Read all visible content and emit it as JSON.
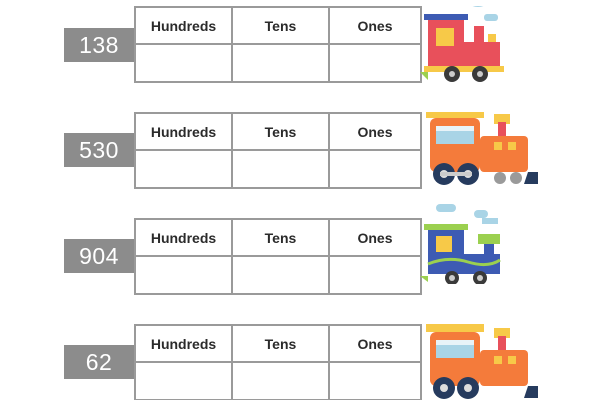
{
  "columns": [
    "Hundreds",
    "Tens",
    "Ones"
  ],
  "rows": [
    {
      "number": "138",
      "train": "red-train-icon"
    },
    {
      "number": "530",
      "train": "orange-train-icon"
    },
    {
      "number": "904",
      "train": "blue-train-icon"
    },
    {
      "number": "62",
      "train": "orange-train-icon"
    }
  ],
  "colors": {
    "number_box": "#8c8c8c",
    "grid_border": "#9a9a9a",
    "red_train": "#e8505b",
    "orange_train": "#f47b3b",
    "blue_train": "#3d5bb3",
    "yellow": "#f7c948",
    "green": "#9bd04f",
    "smoke": "#a9d4e6"
  }
}
